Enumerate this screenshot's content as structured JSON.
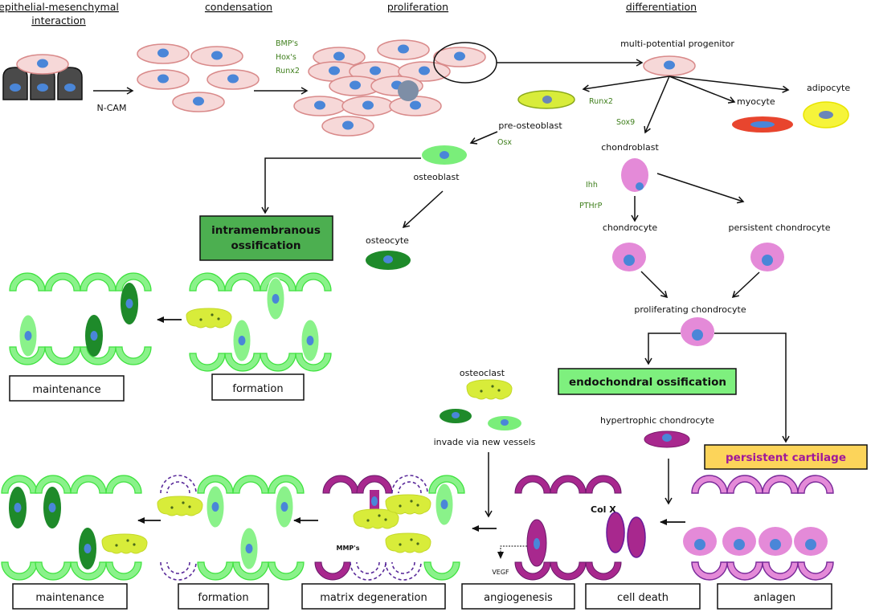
{
  "headers": {
    "stage1_line1": "epithelial-mesenchymal",
    "stage1_line2": "interaction",
    "stage2": "condensation",
    "stage3": "proliferation",
    "stage4": "differentiation"
  },
  "labels": {
    "ncam": "N-CAM",
    "factors": [
      "BMP's",
      "Hox's",
      "Runx2"
    ],
    "multipotential": "multi-potential progenitor",
    "runx2": "Runx2",
    "sox9": "Sox9",
    "myocyte": "myocyte",
    "adipocyte": "adipocyte",
    "preosteoblast": "pre-osteoblast",
    "osx": "Osx",
    "osteoblast": "osteoblast",
    "osteocyte": "osteocyte",
    "chondroblast": "chondroblast",
    "ihh": "Ihh",
    "pthrp": "PTHrP",
    "chondrocyte": "chondrocyte",
    "persistent_chondrocyte": "persistent chondrocyte",
    "proliferating_chondrocyte": "proliferating chondrocyte",
    "osteoclast": "osteoclast",
    "invade": "invade via new vessels",
    "hypertrophic": "hypertrophic chondrocyte",
    "colx": "Col X",
    "mmps": "MMP's",
    "vegf": "VEGF"
  },
  "boxes": {
    "intramembranous_line1": "intramembranous",
    "intramembranous_line2": "ossification",
    "endochondral": "endochondral ossification",
    "persistent_cartilage": "persistent cartilage"
  },
  "stages_intramembranous": [
    "maintenance",
    "formation"
  ],
  "stages_endochondral": [
    "maintenance",
    "formation",
    "matrix degeneration",
    "angiogenesis",
    "cell death",
    "anlagen"
  ],
  "colors": {
    "mesenchymal_fill": "#f6d8d8",
    "mesenchymal_stroke": "#d98a8a",
    "nucleus": "#4a86d8",
    "epithelial": "#4a4a4a",
    "preosteoblast": "#d8ec3a",
    "osteoblast": "#7aee7a",
    "osteocyte": "#1e8a2a",
    "myocyte": "#e8452e",
    "adipocyte": "#f6f43a",
    "chondro": "#e48ad8",
    "hypertrophic": "#a8288e",
    "matrix_green": "#7aef7a",
    "matrix_purple": "#9a2a8e",
    "intramembranous_box": "#4caf50",
    "endochondral_box": "#7ef07e",
    "persistent_box": "#fcd45a"
  }
}
